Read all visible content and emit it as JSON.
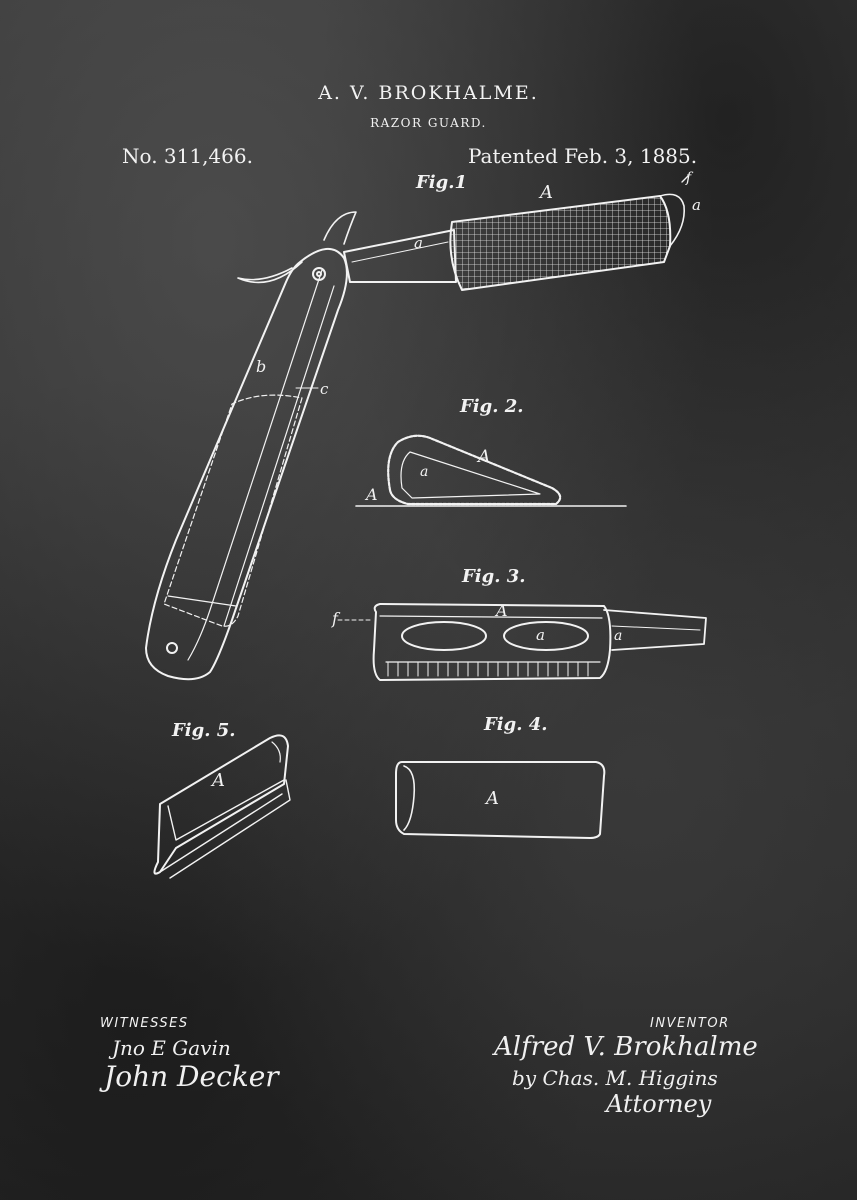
{
  "header": {
    "inventor_name": "A. V. BROKHALME.",
    "invention_title": "RAZOR GUARD.",
    "patent_number": "No. 311,466.",
    "patent_date": "Patented Feb. 3, 1885."
  },
  "figures": {
    "fig1": {
      "label": "Fig.1",
      "refs": [
        "A",
        "a",
        "a",
        "f",
        "b",
        "c"
      ]
    },
    "fig2": {
      "label": "Fig. 2.",
      "refs": [
        "A",
        "a",
        "A"
      ]
    },
    "fig3": {
      "label": "Fig. 3.",
      "refs": [
        "f",
        "A",
        "a",
        "a"
      ]
    },
    "fig4": {
      "label": "Fig. 4.",
      "refs": [
        "A"
      ]
    },
    "fig5": {
      "label": "Fig. 5.",
      "refs": [
        "A"
      ]
    }
  },
  "witnesses": {
    "heading": "WITNESSES",
    "signatures": [
      "Jno E Gavin",
      "John Decker"
    ]
  },
  "inventor": {
    "heading": "INVENTOR",
    "signature": "Alfred V. Brokhalme",
    "by_line": "by Chas. M. Higgins",
    "attorney": "Attorney"
  },
  "colors": {
    "ink": "#f2f2f2",
    "board": "#333333"
  }
}
